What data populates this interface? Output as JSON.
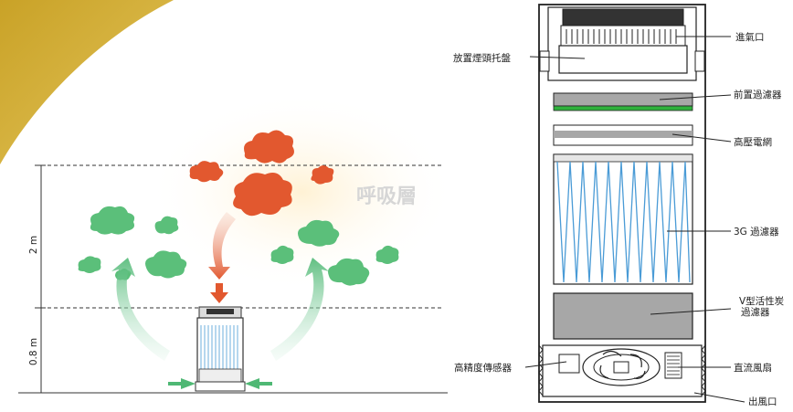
{
  "left_panel": {
    "height_labels": {
      "upper": "2 m",
      "lower": "0.8 m"
    },
    "zone_label": "呼吸層"
  },
  "right_panel": {
    "labels": {
      "air_inlet": "進氣口",
      "smoke_tray": "放置煙頭托盤",
      "pre_filter": "前置過濾器",
      "hv_mesh": "高壓電網",
      "filter_3g": "3G 過濾器",
      "carbon_line1": "V型活性炭",
      "carbon_line2": "過濾器",
      "sensor": "高精度傳感器",
      "dc_fan": "直流風扇",
      "outlet": "出風口"
    }
  },
  "colors": {
    "corner_gold": "#d4b036",
    "smoke_red": "#e2582f",
    "clean_green": "#5bbf7a",
    "filter_blue": "#4a9bd6",
    "filter_grey": "#a7a7a7",
    "prefilter_green": "#2fb13c"
  }
}
